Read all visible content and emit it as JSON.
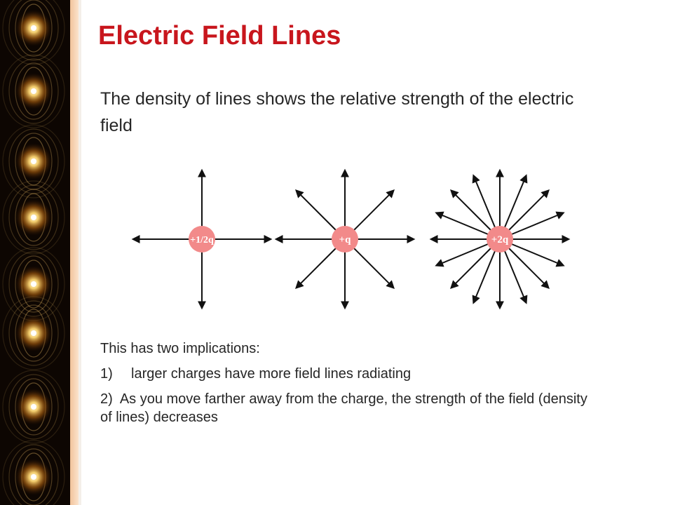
{
  "slide": {
    "title": "Electric Field Lines",
    "subtitle": "The density of lines shows the relative strength of the electric field"
  },
  "diagram": {
    "charges": [
      {
        "label": "+1/2q",
        "line_count": 4
      },
      {
        "label": "+q",
        "line_count": 8
      },
      {
        "label": "+2q",
        "line_count": 16
      }
    ],
    "charge_color": "#f28a8a",
    "line_color": "#111111"
  },
  "implications": {
    "intro": "This has two implications:",
    "items": [
      {
        "number": "1)",
        "text": "larger charges have more field lines radiating"
      },
      {
        "number": "2)",
        "text": "As you move farther away from the charge, the strength of the field (density of lines) decreases"
      }
    ]
  },
  "colors": {
    "title": "#c8161d",
    "text": "#262626",
    "side_band": "#0d0602",
    "glow": "#f7c66a"
  }
}
